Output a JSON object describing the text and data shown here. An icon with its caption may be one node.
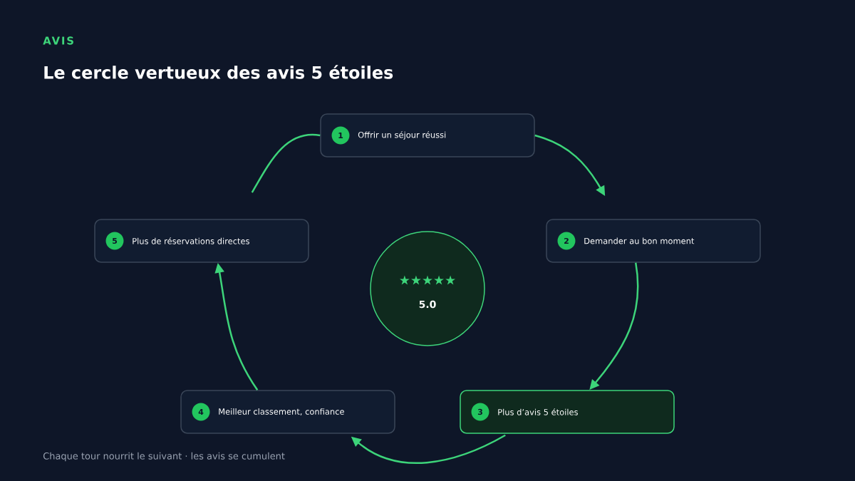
{
  "diagram": {
    "title": "Le cercle vertueux des avis 5 étoiles",
    "caption": "Chaque tour nourrit le suivant · les avis se cumulent",
    "nodes": [
      {
        "text": [
          "1",
          "Offrir un séjour réussi"
        ]
      },
      {
        "text": [
          "2",
          "Demander au bon moment"
        ]
      },
      {
        "text": [
          "3",
          "Plus d’avis 5 étoiles"
        ]
      },
      {
        "text": [
          "4",
          "Meilleur classement, confiance"
        ]
      },
      {
        "text": [
          "5",
          "Plus de réservations directes"
        ]
      },
      {
        "text": [
          "★★★★★",
          "5.0"
        ]
      }
    ],
    "edges": [
      {
        "from": 0,
        "to": 1,
        "arrow": "to"
      },
      {
        "from": 1,
        "to": 2,
        "arrow": "to"
      },
      {
        "from": 2,
        "to": 3,
        "arrow": "to"
      },
      {
        "from": 3,
        "to": 4,
        "arrow": "to"
      },
      {
        "from": 4,
        "to": 0,
        "arrow": "none"
      }
    ],
    "labels": [
      "AVIS"
    ]
  }
}
